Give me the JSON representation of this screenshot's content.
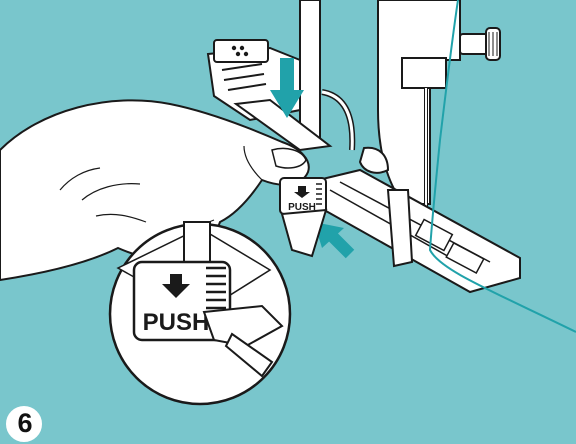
{
  "colors": {
    "background": "#79c6cc",
    "outline": "#1a1a1a",
    "arrow": "#21a2aa",
    "thread": "#21a2aa",
    "metal": "#ffffff"
  },
  "illustration": {
    "button_label_small": "PUSH",
    "button_label_large": "PUSH",
    "step_number": "6"
  },
  "icons": [
    "down-arrow-icon",
    "diagonal-arrow-icon",
    "zoom-circle"
  ]
}
